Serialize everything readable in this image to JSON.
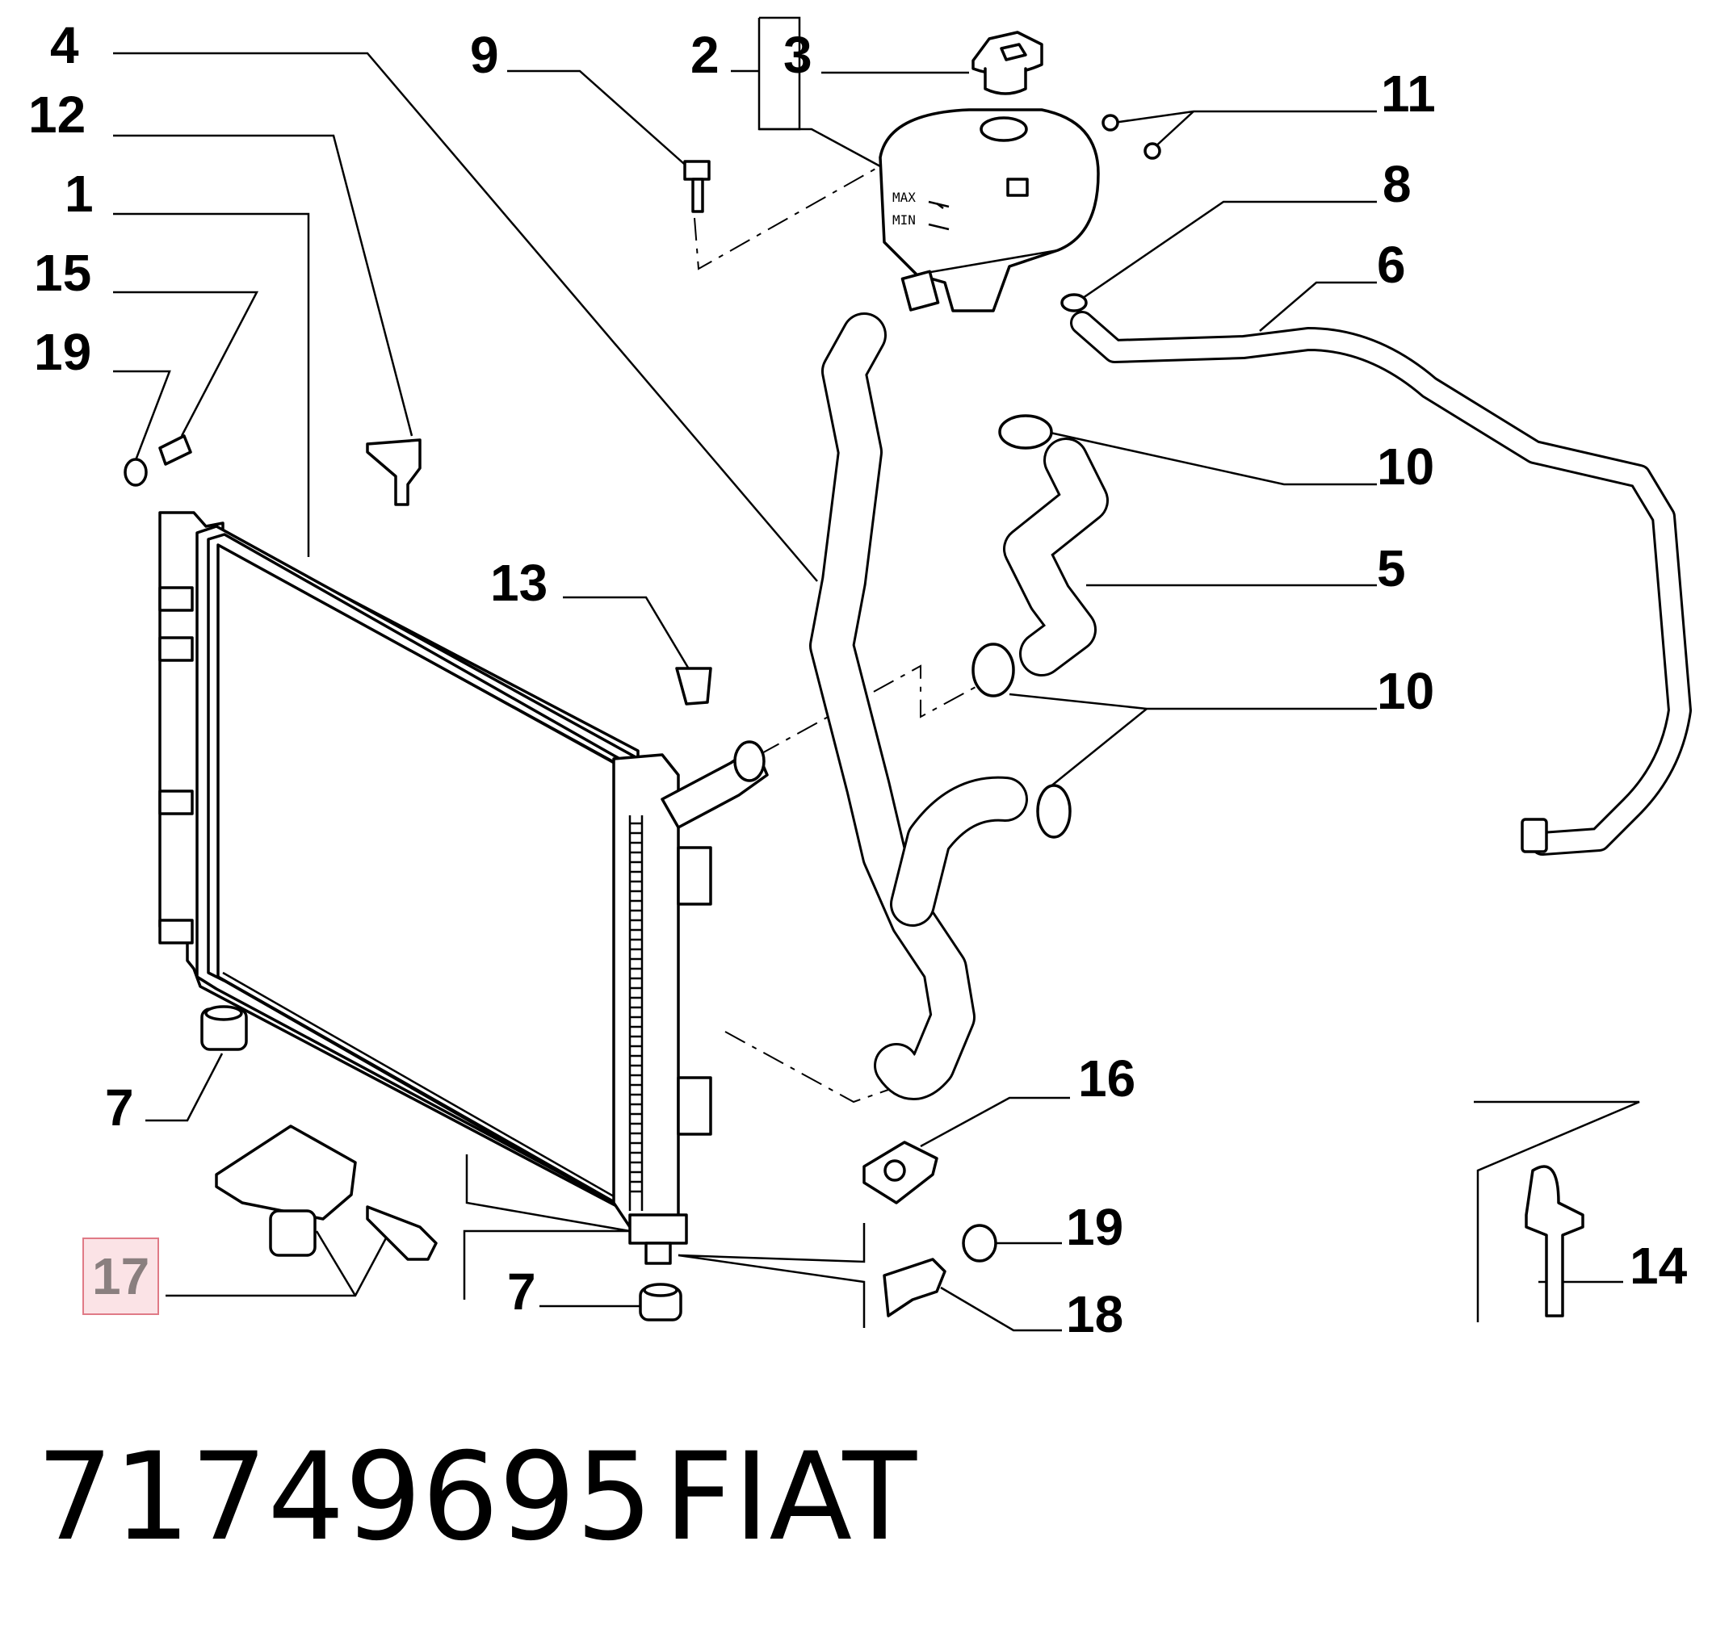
{
  "diagram": {
    "callouts": {
      "c1": "1",
      "c2": "2",
      "c3": "3",
      "c4": "4",
      "c5": "5",
      "c6": "6",
      "c7a": "7",
      "c7b": "7",
      "c8": "8",
      "c9": "9",
      "c10a": "10",
      "c10b": "10",
      "c11": "11",
      "c12": "12",
      "c13": "13",
      "c14": "14",
      "c15": "15",
      "c16": "16",
      "c17": "17",
      "c18": "18",
      "c19a": "19",
      "c19b": "19"
    },
    "tank_labels": {
      "max": "MAX",
      "min": "MIN"
    },
    "highlight_color": "#fbe3e6"
  },
  "footer": {
    "part_number": "71749695",
    "brand": "FIAT"
  }
}
